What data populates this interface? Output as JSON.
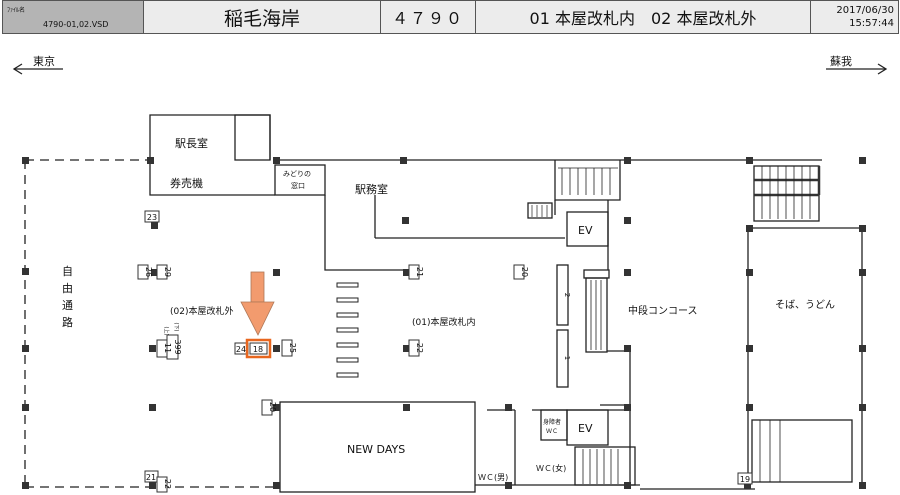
{
  "header": {
    "file_label": "ﾌｧｲﾙ名",
    "file_name": "4790-01,02.VSD",
    "station_name": "稲毛海岸",
    "station_code": "４７９０",
    "gates": "01 本屋改札内　02 本屋改札外",
    "date": "2017/06/30",
    "time": "15:57:44"
  },
  "directions": {
    "left": "東京",
    "right": "蘇我"
  },
  "rooms": {
    "station_master": "駅長室",
    "ticket_machines": "券売機",
    "midori_1": "みどりの",
    "midori_2": "窓口",
    "office": "駅務室",
    "free_passage": [
      "自",
      "由",
      "通",
      "路"
    ],
    "outside_gate": "(02)本屋改札外",
    "inside_gate": "(01)本屋改札内",
    "concourse": "中段コンコース",
    "soba": "そば、うどん",
    "newdays": "NEW DAYS",
    "ev_top": "EV",
    "ev_bottom": "EV",
    "accessible_wc_1": "身障者",
    "accessible_wc_2": "ＷＣ",
    "wc_men": "ＷＣ(男)",
    "wc_women": "ＷＣ(女)"
  },
  "labels": {
    "n23": "23",
    "n26": "26",
    "n29": "29",
    "n11": "11",
    "n399": "399",
    "up": "(上)",
    "down": "(下)",
    "n24": "24",
    "n18": "18",
    "n25": "25",
    "n21a": "21",
    "n22a": "22",
    "n20a": "20",
    "n20b": "20",
    "n21b": "21",
    "n22b": "22",
    "n19": "19",
    "col2": "2",
    "col1": "1"
  },
  "highlight": {
    "target": "18",
    "color": "#e8661e",
    "arrow_color": "#f08a55"
  }
}
